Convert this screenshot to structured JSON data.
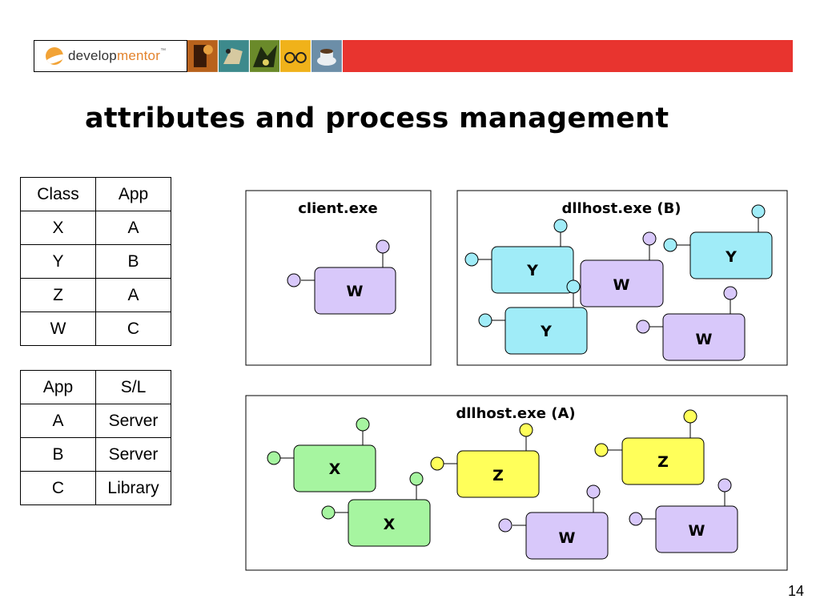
{
  "header": {
    "logo_text_a": "develop",
    "logo_text_b": "mentor",
    "logo_tm": "™",
    "accent_color": "#e8342f"
  },
  "title": "attributes and process management",
  "table_class_app": {
    "headers": [
      "Class",
      "App"
    ],
    "rows": [
      [
        "X",
        "A"
      ],
      [
        "Y",
        "B"
      ],
      [
        "Z",
        "A"
      ],
      [
        "W",
        "C"
      ]
    ]
  },
  "table_app_sl": {
    "headers": [
      "App",
      "S/L"
    ],
    "rows": [
      [
        "A",
        "Server"
      ],
      [
        "B",
        "Server"
      ],
      [
        "C",
        "Library"
      ]
    ]
  },
  "processes": {
    "client": "client.exe",
    "dllhost_b": "dllhost.exe (B)",
    "dllhost_a": "dllhost.exe (A)"
  },
  "components": {
    "client_w": "W",
    "b_y1": "Y",
    "b_w1": "W",
    "b_y2": "Y",
    "b_y3": "Y",
    "b_w2": "W",
    "a_x1": "X",
    "a_x2": "X",
    "a_z1": "Z",
    "a_z2": "Z",
    "a_w1": "W",
    "a_w2": "W"
  },
  "colors": {
    "X": "#a6f5a0",
    "Y": "#a0ecf8",
    "Z": "#ffff5a",
    "W": "#d8c8fa"
  },
  "page_number": "14"
}
